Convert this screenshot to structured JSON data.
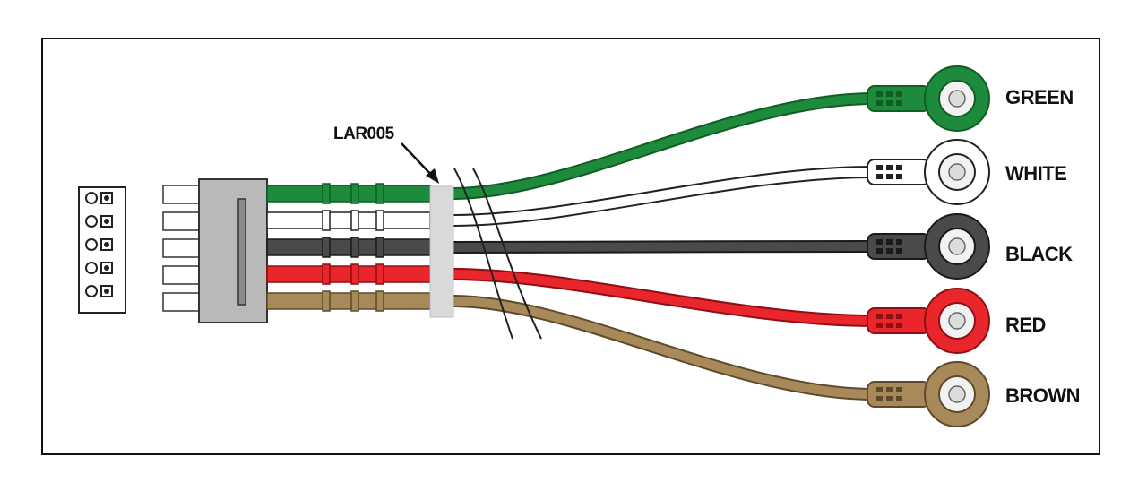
{
  "part_number": "LAR005",
  "leads": [
    {
      "label": "GREEN",
      "color": "#1e8a3c",
      "dark": "#0f5e24"
    },
    {
      "label": "WHITE",
      "color": "#ffffff",
      "dark": "#222222"
    },
    {
      "label": "BLACK",
      "color": "#4a4a4a",
      "dark": "#1a1a1a"
    },
    {
      "label": "RED",
      "color": "#e8262c",
      "dark": "#8f0f12"
    },
    {
      "label": "BROWN",
      "color": "#a88a5a",
      "dark": "#5e4a2a"
    }
  ],
  "connector_pins": 5
}
